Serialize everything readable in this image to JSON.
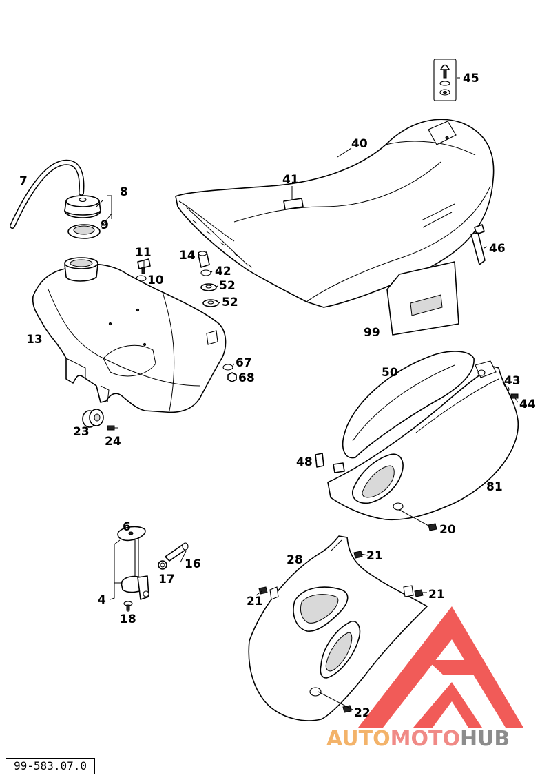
{
  "drawing_number": "99-583.07.0",
  "watermark": {
    "segments": [
      {
        "text": "AUTO",
        "color": "#f3b36a"
      },
      {
        "text": "MOTO",
        "color": "#f08a86"
      },
      {
        "text": "HUB",
        "color": "#8c8c8c"
      }
    ],
    "logo_color": "#f04a46"
  },
  "callouts": [
    {
      "id": "c45",
      "label": "45"
    },
    {
      "id": "c40",
      "label": "40"
    },
    {
      "id": "c41",
      "label": "41"
    },
    {
      "id": "c7",
      "label": "7"
    },
    {
      "id": "c8",
      "label": "8"
    },
    {
      "id": "c9",
      "label": "9"
    },
    {
      "id": "c11",
      "label": "11"
    },
    {
      "id": "c10",
      "label": "10"
    },
    {
      "id": "c14",
      "label": "14"
    },
    {
      "id": "c42",
      "label": "42"
    },
    {
      "id": "c52a",
      "label": "52"
    },
    {
      "id": "c52b",
      "label": "52"
    },
    {
      "id": "c46",
      "label": "46"
    },
    {
      "id": "c99",
      "label": "99"
    },
    {
      "id": "c13",
      "label": "13"
    },
    {
      "id": "c67",
      "label": "67"
    },
    {
      "id": "c68",
      "label": "68"
    },
    {
      "id": "c50",
      "label": "50"
    },
    {
      "id": "c43",
      "label": "43"
    },
    {
      "id": "c44",
      "label": "44"
    },
    {
      "id": "c23",
      "label": "23"
    },
    {
      "id": "c24",
      "label": "24"
    },
    {
      "id": "c48",
      "label": "48"
    },
    {
      "id": "c81",
      "label": "81"
    },
    {
      "id": "c6",
      "label": "6"
    },
    {
      "id": "c16",
      "label": "16"
    },
    {
      "id": "c17",
      "label": "17"
    },
    {
      "id": "c20",
      "label": "20"
    },
    {
      "id": "c28",
      "label": "28"
    },
    {
      "id": "c21a",
      "label": "21"
    },
    {
      "id": "c4",
      "label": "4"
    },
    {
      "id": "c21b",
      "label": "21"
    },
    {
      "id": "c21c",
      "label": "21"
    },
    {
      "id": "c18",
      "label": "18"
    },
    {
      "id": "c22",
      "label": "22"
    }
  ]
}
